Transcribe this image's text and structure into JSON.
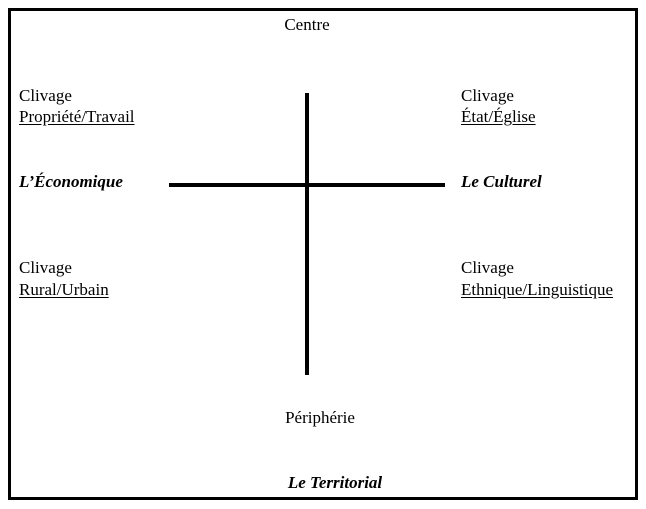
{
  "diagram": {
    "top_label": "Centre",
    "bottom_label": "Périphérie",
    "left_axis_label": "L’Économique",
    "right_axis_label": "Le Culturel",
    "bottom_axis_label": "Le Territorial",
    "quadrants": {
      "top_left": {
        "line1": "Clivage",
        "line2": "Propriété/Travail"
      },
      "top_right": {
        "line1": "Clivage",
        "line2": "État/Église"
      },
      "bottom_left": {
        "line1": "Clivage",
        "line2": "Rural/Urbain"
      },
      "bottom_right": {
        "line1": "Clivage",
        "line2": "Ethnique/Linguistique"
      }
    }
  }
}
